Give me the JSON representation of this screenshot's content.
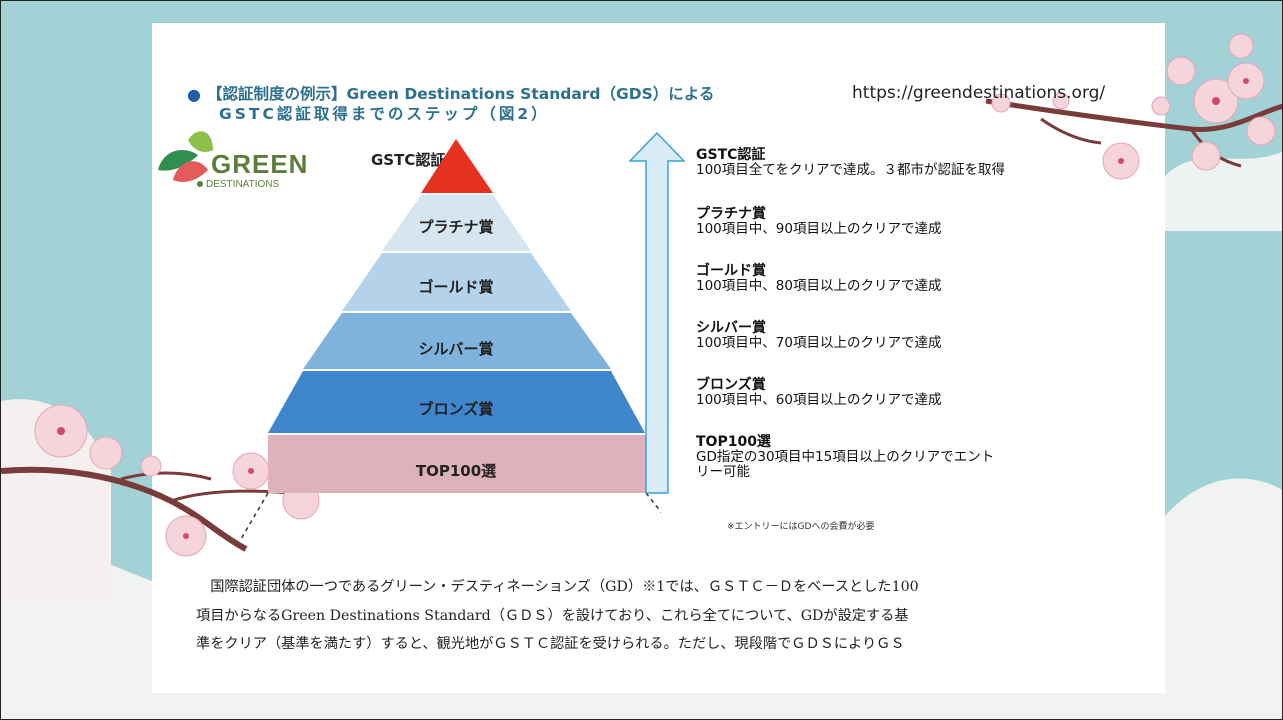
{
  "heading": {
    "line1": "【認証制度の例示】Green Destinations Standard（GDS）による",
    "line2": "GSTC認証取得までのステップ（図2）"
  },
  "url": "https://greendestinations.org/",
  "logo": {
    "name": "GREEN",
    "sub": "DESTINATIONS"
  },
  "pyramid": {
    "top_label": "GSTC認証",
    "levels": [
      {
        "label": "プラチナ賞",
        "color": "#d6e6f1"
      },
      {
        "label": "ゴールド賞",
        "color": "#b4d3ea"
      },
      {
        "label": "シルバー賞",
        "color": "#7fb2dc"
      },
      {
        "label": "ブロンズ賞",
        "color": "#3f86cc"
      },
      {
        "label": "TOP100選",
        "color": "#ddb2bb"
      }
    ],
    "apex_color": "#e5321e"
  },
  "steps": [
    {
      "title": "GSTC認証",
      "text": "100項目全てをクリアで達成。３都市が認証を取得"
    },
    {
      "title": "プラチナ賞",
      "text": "100項目中、90項目以上のクリアで達成"
    },
    {
      "title": "ゴールド賞",
      "text": "100項目中、80項目以上のクリアで達成"
    },
    {
      "title": "シルバー賞",
      "text": "100項目中、70項目以上のクリアで達成"
    },
    {
      "title": "ブロンズ賞",
      "text": "100項目中、60項目以上のクリアで達成"
    },
    {
      "title": "TOP100選",
      "text": "GD指定の30項目中15項目以上のクリアでエント",
      "text2": "リー可能"
    }
  ],
  "note": "※エントリーにはGDへの会費が必要",
  "body": {
    "line1": "　国際認証団体の一つであるグリーン・デスティネーションズ（GD）※1では、ＧＳＴＣ－Ｄをベースとした100",
    "line2": "項目からなるGreen Destinations Standard（ＧＤＳ）を設けており、これら全てについて、GDが設定する基",
    "line3": "準をクリア（基準を満たす）すると、観光地がＧＳＴＣ認証を受けられる。ただし、現段階でＧＤＳによりＧＳ"
  },
  "colors": {
    "teal_bg": "#a3d2d6",
    "arrow_fill": "#d7ecf7",
    "arrow_stroke": "#3f9fd8"
  }
}
